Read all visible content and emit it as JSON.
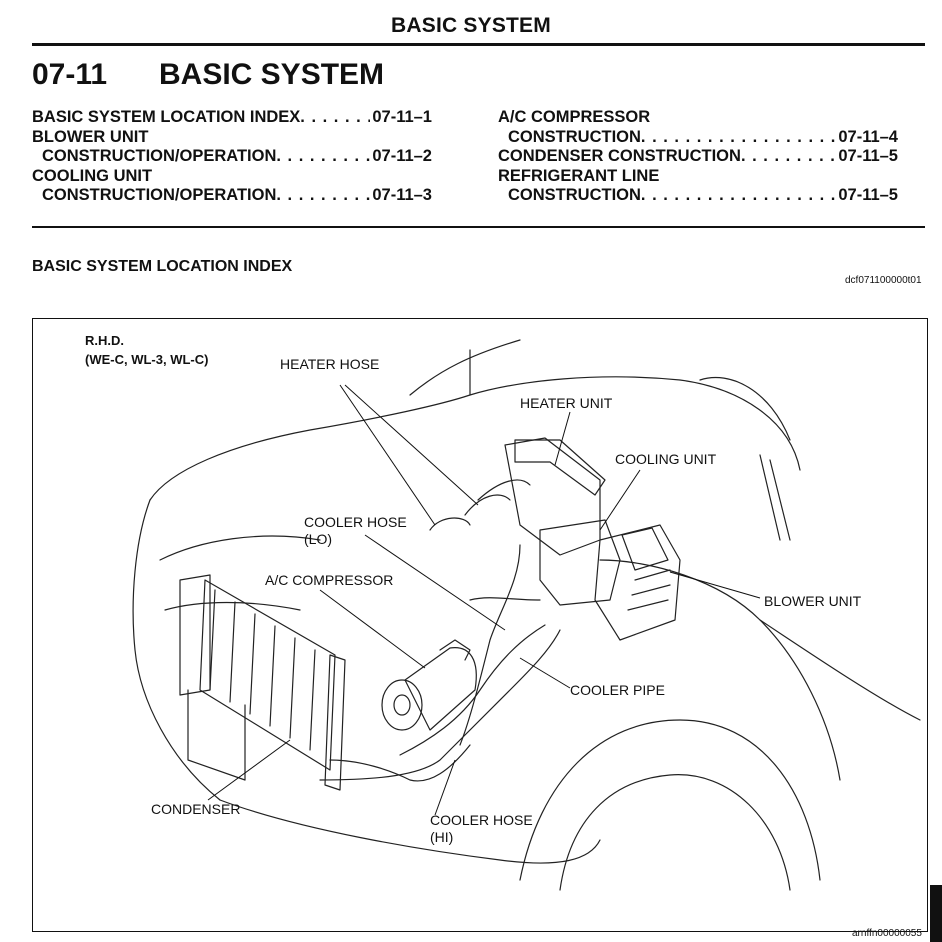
{
  "header": {
    "title": "BASIC SYSTEM"
  },
  "section": {
    "number": "07-11",
    "title": "BASIC SYSTEM"
  },
  "toc": {
    "left": [
      {
        "label": "BASIC SYSTEM LOCATION INDEX",
        "page": "07-11–1"
      },
      {
        "label_line1": "BLOWER UNIT",
        "label_line2": "CONSTRUCTION/OPERATION",
        "page": "07-11–2"
      },
      {
        "label_line1": "COOLING UNIT",
        "label_line2": "CONSTRUCTION/OPERATION",
        "page": "07-11–3"
      }
    ],
    "right": [
      {
        "label_line1": "A/C COMPRESSOR",
        "label_line2": "CONSTRUCTION",
        "page": "07-11–4"
      },
      {
        "label": "CONDENSER CONSTRUCTION",
        "page": "07-11–5"
      },
      {
        "label_line1": "REFRIGERANT LINE",
        "label_line2": "CONSTRUCTION",
        "page": "07-11–5"
      }
    ]
  },
  "subsection": {
    "title": "BASIC SYSTEM LOCATION INDEX",
    "code": "dcf071100000t01"
  },
  "figure": {
    "variant_line1": "R.H.D.",
    "variant_line2": "(WE-C, WL-3, WL-C)",
    "labels": {
      "heater_hose": "HEATER HOSE",
      "heater_unit": "HEATER UNIT",
      "cooling_unit": "COOLING UNIT",
      "cooler_hose_lo_1": "COOLER HOSE",
      "cooler_hose_lo_2": "(LO)",
      "ac_compressor": "A/C COMPRESSOR",
      "blower_unit": "BLOWER UNIT",
      "cooler_pipe": "COOLER PIPE",
      "condenser": "CONDENSER",
      "cooler_hose_hi_1": "COOLER HOSE",
      "cooler_hose_hi_2": "(HI)"
    },
    "code": "arnffn00000055"
  }
}
